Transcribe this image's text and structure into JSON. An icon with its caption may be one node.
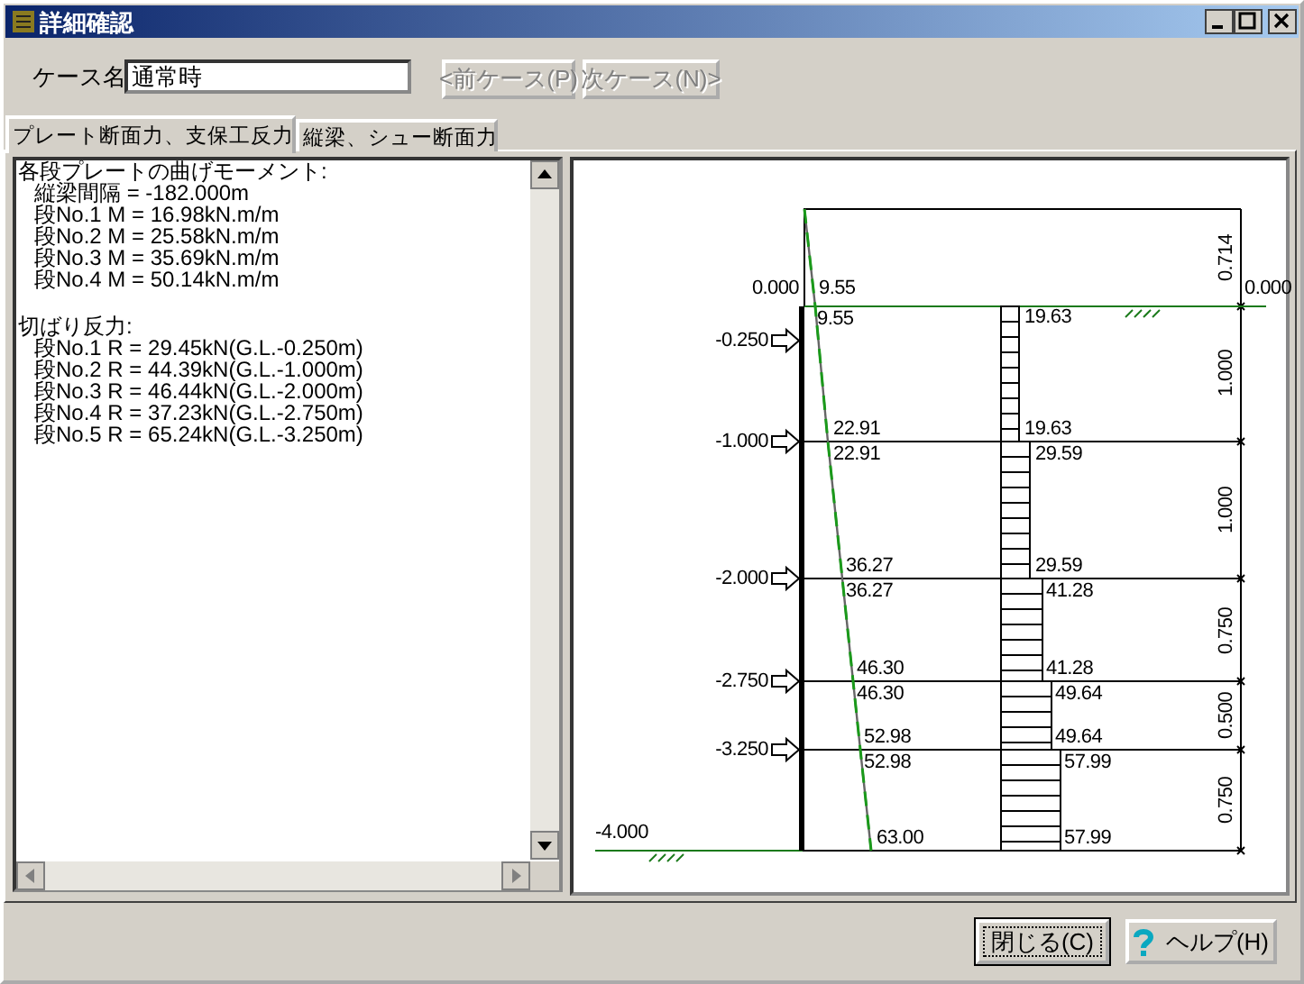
{
  "diagram": {
    "title": "詳細確認",
    "labels": [
      "ケース名",
      "通常時",
      "<前ケース(P)",
      "次ケース(N)>",
      "プレート断面力、支保工反力",
      "縦梁、シュー断面力",
      "各段プレートの曲げモーメント:",
      "縦梁間隔 = -182.000m",
      "段No.1 M = 16.98kN.m/m",
      "段No.2 M = 25.58kN.m/m",
      "段No.3 M = 35.69kN.m/m",
      "段No.4 M = 50.14kN.m/m",
      "切ばり反力:",
      "段No.1 R = 29.45kN(G.L.-0.250m)",
      "段No.2 R = 44.39kN(G.L.-1.000m)",
      "段No.3 R = 46.44kN(G.L.-2.000m)",
      "段No.4 R = 37.23kN(G.L.-2.750m)",
      "段No.5 R = 65.24kN(G.L.-3.250m)",
      "0.714",
      "0.000",
      "9.55",
      "0.000",
      "9.55",
      "19.63",
      "-0.250",
      "1.000",
      "22.91",
      "19.63",
      "-1.000",
      "22.91",
      "29.59",
      "1.000",
      "36.27",
      "29.59",
      "-2.000",
      "36.27",
      "41.28",
      "0.750",
      "46.30",
      "41.28",
      "-2.750",
      "46.30",
      "49.64",
      "0.500",
      "52.98",
      "49.64",
      "-3.250",
      "52.98",
      "57.99",
      "0.750",
      "-4.000",
      "63.00",
      "57.99",
      "閉じる(C)",
      "ヘルプ(H)"
    ]
  }
}
